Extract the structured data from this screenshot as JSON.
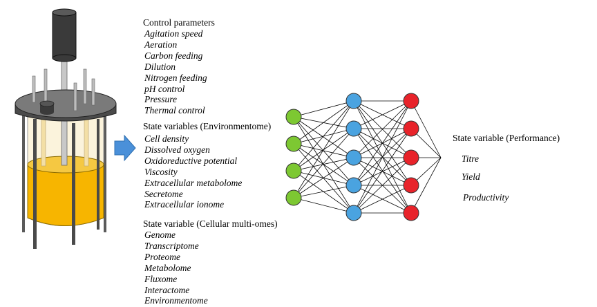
{
  "groups": {
    "control": {
      "heading": "Control parameters",
      "items": [
        "Agitation speed",
        "Aeration",
        "Carbon feeding",
        "Dilution",
        "Nitrogen feeding",
        "pH control",
        "Pressure",
        "Thermal control"
      ]
    },
    "environment": {
      "heading": "State variables (Environmentome)",
      "items": [
        "Cell density",
        "Dissolved oxygen",
        "Oxidoreductive potential",
        "Viscosity",
        "Extracellular metabolome",
        "Secretome",
        "Extracellular ionome"
      ]
    },
    "cellular": {
      "heading": "State variable (Cellular multi-omes)",
      "items": [
        "Genome",
        "Transcriptome",
        "Proteome",
        "Metabolome",
        "Fluxome",
        "Interactome",
        "Environmentome"
      ]
    },
    "performance": {
      "heading": "State variable (Performance)",
      "items": [
        "Titre",
        "Yield",
        "Productivity"
      ]
    }
  },
  "network": {
    "layers": [
      4,
      5,
      5
    ],
    "colors": {
      "input": "#7dc832",
      "hidden": "#4aa3e0",
      "output": "#e8232a",
      "edge": "#000000"
    }
  },
  "colors": {
    "liquid": "#f7b500",
    "liquid_top": "#f5c842",
    "lid": "#6b6b6b",
    "motor": "#3a3a3a",
    "arrow": "#4a90d9"
  }
}
